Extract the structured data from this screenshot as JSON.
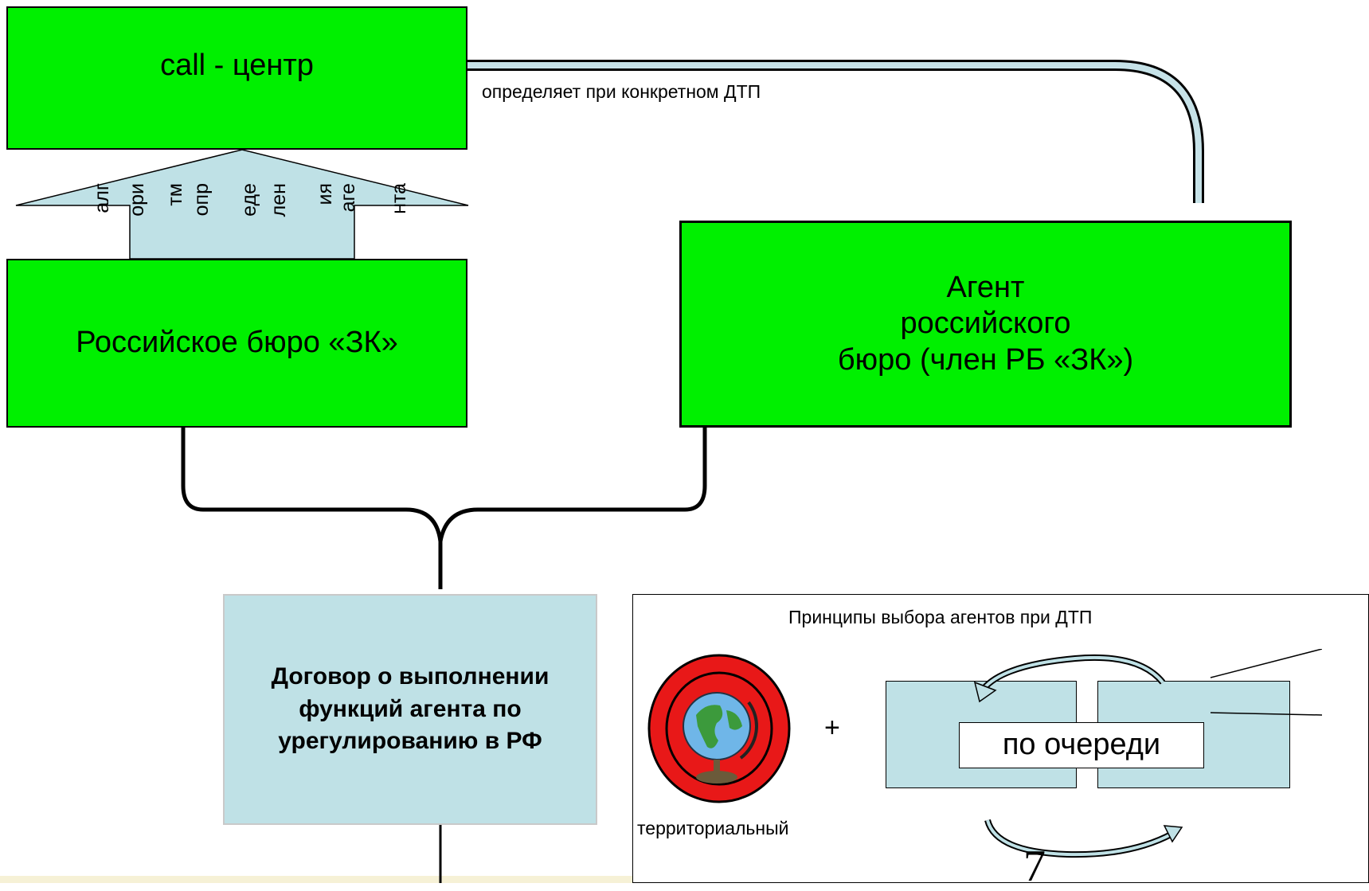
{
  "call_center": {
    "label": "call - центр"
  },
  "arrow_link_label": "определяет при конкретном ДТП",
  "algorithm_label": [
    "алг",
    "ори",
    "тм",
    "опр",
    "еде",
    "лен",
    "ия",
    "аге",
    "нта"
  ],
  "russian_bureau": {
    "label": "Российское бюро «ЗК»"
  },
  "agent": {
    "line1": "Агент",
    "line2": "российского",
    "line3": "бюро (член РБ «ЗК»)"
  },
  "contract": {
    "text": "Договор о выполнении функций агента по урегулированию в РФ"
  },
  "principles": {
    "title": "Принципы выбора агентов при ДТП",
    "plus": "+",
    "queue_label": "по очереди",
    "territorial_label": "территориальный"
  },
  "slide_number": "7",
  "colors": {
    "box_green": "#00f000",
    "light_blue": "#bfe1e6",
    "globe_red": "#e81818"
  }
}
